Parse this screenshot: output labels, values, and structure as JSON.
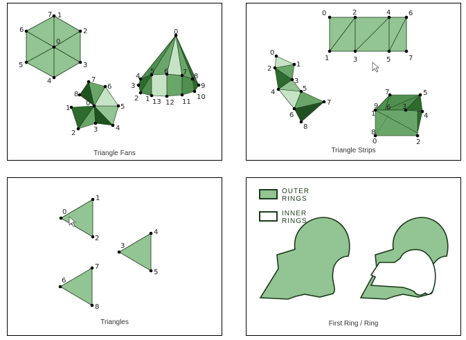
{
  "colors": {
    "fill_mid": "#93c493",
    "fill_dark": "#2e6b2e",
    "fill_darker": "#1f5220",
    "fill_light": "#c6e3c6",
    "fill_medium": "#6aa66a",
    "stroke": "#1a3a1a",
    "vertex": "#000000"
  },
  "panels": [
    {
      "id": "triangle-fans",
      "caption": "Triangle Fans"
    },
    {
      "id": "triangle-strips",
      "caption": "Triangle Strips"
    },
    {
      "id": "triangles",
      "caption": "Triangles"
    },
    {
      "id": "rings",
      "caption": "First Ring / Ring"
    }
  ],
  "legend": {
    "outer": {
      "line1": "OUTER",
      "line2": "RINGS"
    },
    "inner": {
      "line1": "INNER",
      "line2": "RINGS"
    }
  },
  "fans": {
    "hexagon_labels": [
      "0",
      "1",
      "2",
      "3",
      "4",
      "5",
      "6",
      "7"
    ],
    "pentagon_labels": [
      "0",
      "1",
      "2",
      "3",
      "4",
      "5",
      "6",
      "7",
      "8"
    ],
    "cone_labels": [
      "0",
      "1",
      "2",
      "3",
      "4",
      "5",
      "6",
      "7",
      "8",
      "9",
      "10",
      "11",
      "12",
      "13"
    ]
  },
  "strips": {
    "rect_labels": [
      "0",
      "1",
      "2",
      "3",
      "4",
      "5",
      "6",
      "7"
    ],
    "zigzag_labels": [
      "0",
      "1",
      "2",
      "3",
      "4",
      "5",
      "6",
      "7",
      "8"
    ],
    "box_labels": [
      "0",
      "1",
      "2",
      "3",
      "4",
      "5",
      "6",
      "7",
      "8",
      "9"
    ]
  },
  "triangles": {
    "labels": [
      "0",
      "1",
      "2",
      "3",
      "4",
      "5",
      "6",
      "7",
      "8"
    ]
  }
}
